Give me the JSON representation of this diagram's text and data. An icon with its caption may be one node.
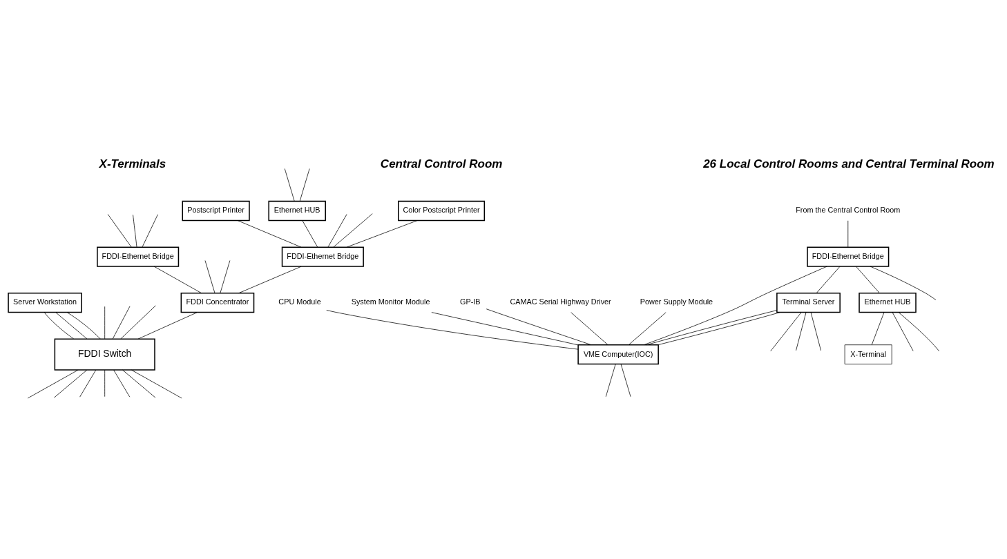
{
  "diagram": {
    "nodes": [
      {
        "text": [
          "Color Postscript Printer"
        ]
      },
      {
        "text": [
          "Postscript Printer"
        ]
      },
      {
        "text": [
          "Ethernet HUB"
        ]
      },
      {
        "text": [
          "FDDI-Ethernet Bridge"
        ]
      },
      {
        "text": [
          "FDDI-Ethernet Bridge"
        ]
      },
      {
        "text": [
          "FDDI Concentrator"
        ]
      },
      {
        "text": [
          "Server Workstation"
        ]
      },
      {
        "text": [
          "FDDI Switch"
        ]
      },
      {
        "text": [
          "From the Central Control Room"
        ]
      },
      {
        "text": [
          "FDDI-Ethernet Bridge"
        ]
      },
      {
        "text": [
          "Terminal Server"
        ]
      },
      {
        "text": [
          "Ethernet HUB"
        ]
      },
      {
        "text": [
          "X-Terminal"
        ]
      },
      {
        "text": [
          "VME Computer(IOC)"
        ]
      },
      {
        "text": [
          "CPU Module"
        ]
      },
      {
        "text": [
          "System Monitor Module"
        ]
      },
      {
        "text": [
          "GP-IB"
        ]
      },
      {
        "text": [
          "CAMAC Serial Highway Driver"
        ]
      },
      {
        "text": [
          "Power Supply Module"
        ]
      }
    ],
    "edges": [
      {
        "from": null,
        "to": 2,
        "arrow": "none"
      },
      {
        "from": null,
        "to": 2,
        "arrow": "none"
      },
      {
        "from": null,
        "to": 3,
        "arrow": "none"
      },
      {
        "from": null,
        "to": 3,
        "arrow": "none"
      },
      {
        "from": null,
        "to": 3,
        "arrow": "none"
      },
      {
        "from": 0,
        "to": 4,
        "arrow": "none"
      },
      {
        "from": null,
        "to": 4,
        "arrow": "none"
      },
      {
        "from": 1,
        "to": 4,
        "arrow": "none"
      },
      {
        "from": null,
        "to": 4,
        "arrow": "none"
      },
      {
        "from": 2,
        "to": 4,
        "arrow": "none"
      },
      {
        "from": 3,
        "to": 5,
        "arrow": "none"
      },
      {
        "from": null,
        "to": 5,
        "arrow": "none"
      },
      {
        "from": null,
        "to": 5,
        "arrow": "none"
      },
      {
        "from": 4,
        "to": 5,
        "arrow": "none"
      },
      {
        "from": 5,
        "to": 7,
        "arrow": "none"
      },
      {
        "from": null,
        "to": 7,
        "arrow": "none"
      },
      {
        "from": null,
        "to": 7,
        "arrow": "none"
      },
      {
        "from": null,
        "to": 7,
        "arrow": "none"
      },
      {
        "from": 6,
        "to": 7,
        "arrow": "none"
      },
      {
        "from": 6,
        "to": 7,
        "arrow": "none"
      },
      {
        "from": 6,
        "to": 7,
        "arrow": "none"
      },
      {
        "from": 7,
        "to": null,
        "arrow": "none"
      },
      {
        "from": 7,
        "to": null,
        "arrow": "none"
      },
      {
        "from": 7,
        "to": null,
        "arrow": "none"
      },
      {
        "from": 7,
        "to": null,
        "arrow": "none"
      },
      {
        "from": 7,
        "to": null,
        "arrow": "none"
      },
      {
        "from": 7,
        "to": null,
        "arrow": "none"
      },
      {
        "from": 7,
        "to": null,
        "arrow": "none"
      },
      {
        "from": 8,
        "to": 9,
        "arrow": "none"
      },
      {
        "from": 9,
        "to": 10,
        "arrow": "none"
      },
      {
        "from": 9,
        "to": 13,
        "arrow": "none"
      },
      {
        "from": 9,
        "to": null,
        "arrow": "none"
      },
      {
        "from": 9,
        "to": 11,
        "arrow": "none"
      },
      {
        "from": 10,
        "to": null,
        "arrow": "none"
      },
      {
        "from": 10,
        "to": null,
        "arrow": "none"
      },
      {
        "from": 10,
        "to": null,
        "arrow": "none"
      },
      {
        "from": 10,
        "to": 13,
        "arrow": "none"
      },
      {
        "from": 10,
        "to": 13,
        "arrow": "none"
      },
      {
        "from": 11,
        "to": null,
        "arrow": "none"
      },
      {
        "from": 11,
        "to": null,
        "arrow": "none"
      },
      {
        "from": 11,
        "to": 12,
        "arrow": "none"
      },
      {
        "from": 13,
        "to": null,
        "arrow": "none"
      },
      {
        "from": 13,
        "to": null,
        "arrow": "none"
      },
      {
        "from": 14,
        "to": 13,
        "arrow": "none"
      },
      {
        "from": 15,
        "to": 13,
        "arrow": "none"
      },
      {
        "from": 16,
        "to": 13,
        "arrow": "none"
      },
      {
        "from": 17,
        "to": 13,
        "arrow": "none"
      },
      {
        "from": 18,
        "to": 13,
        "arrow": "none"
      }
    ],
    "labels": [
      "Central Control Room",
      "X-Terminals",
      "26 Local Control Rooms and Central Terminal Room"
    ]
  }
}
